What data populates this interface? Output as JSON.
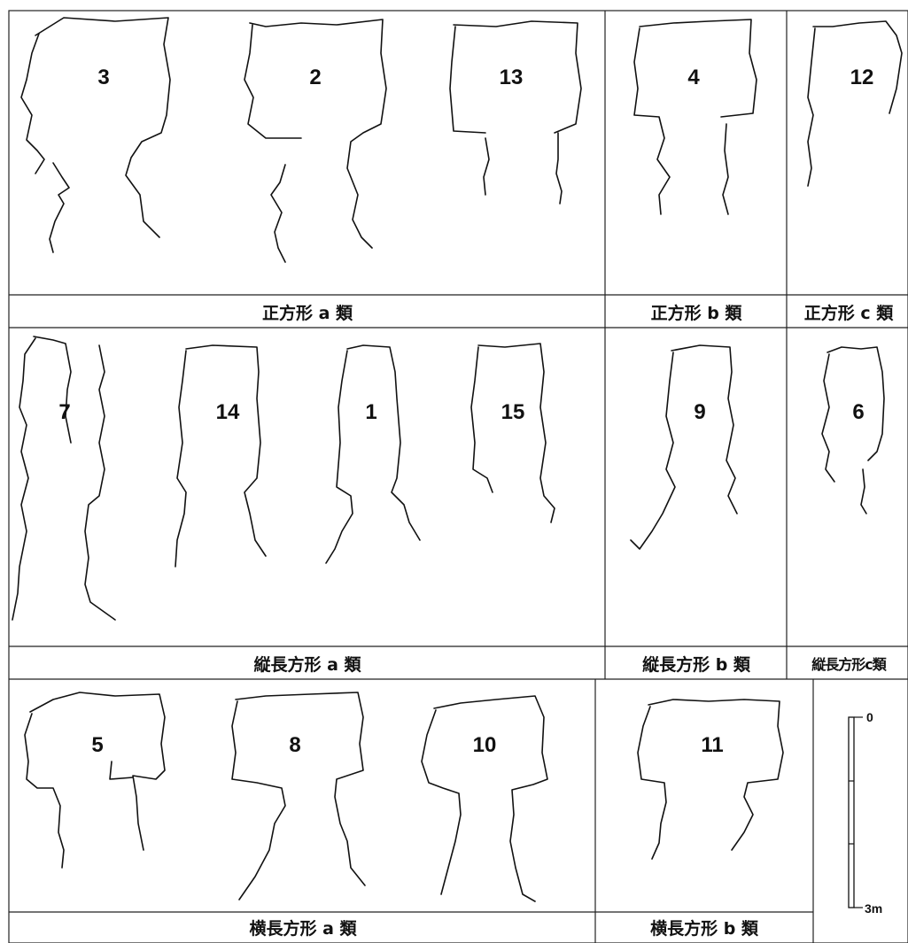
{
  "type_groups": [
    {
      "id": "square-a",
      "label": "正方形 a 類"
    },
    {
      "id": "square-b",
      "label": "正方形 b 類"
    },
    {
      "id": "square-c",
      "label": "正方形 c 類"
    },
    {
      "id": "tall-a",
      "label": "縦長方形 a 類"
    },
    {
      "id": "tall-b",
      "label": "縦長方形 b 類"
    },
    {
      "id": "tall-c",
      "label": "縦長方形c類"
    },
    {
      "id": "wide-a",
      "label": "横長方形 a 類"
    },
    {
      "id": "wide-b",
      "label": "横長方形 b 類"
    }
  ],
  "features": [
    {
      "group": "square-a",
      "number": "3"
    },
    {
      "group": "square-a",
      "number": "2"
    },
    {
      "group": "square-a",
      "number": "13"
    },
    {
      "group": "square-b",
      "number": "4"
    },
    {
      "group": "square-c",
      "number": "12"
    },
    {
      "group": "tall-a",
      "number": "7"
    },
    {
      "group": "tall-a",
      "number": "14"
    },
    {
      "group": "tall-a",
      "number": "1"
    },
    {
      "group": "tall-a",
      "number": "15"
    },
    {
      "group": "tall-b",
      "number": "9"
    },
    {
      "group": "tall-c",
      "number": "6"
    },
    {
      "group": "wide-a",
      "number": "5"
    },
    {
      "group": "wide-a",
      "number": "8"
    },
    {
      "group": "wide-a",
      "number": "10"
    },
    {
      "group": "wide-b",
      "number": "11"
    }
  ],
  "scale_bar": {
    "top_label": "0",
    "bottom_label": "3m"
  }
}
